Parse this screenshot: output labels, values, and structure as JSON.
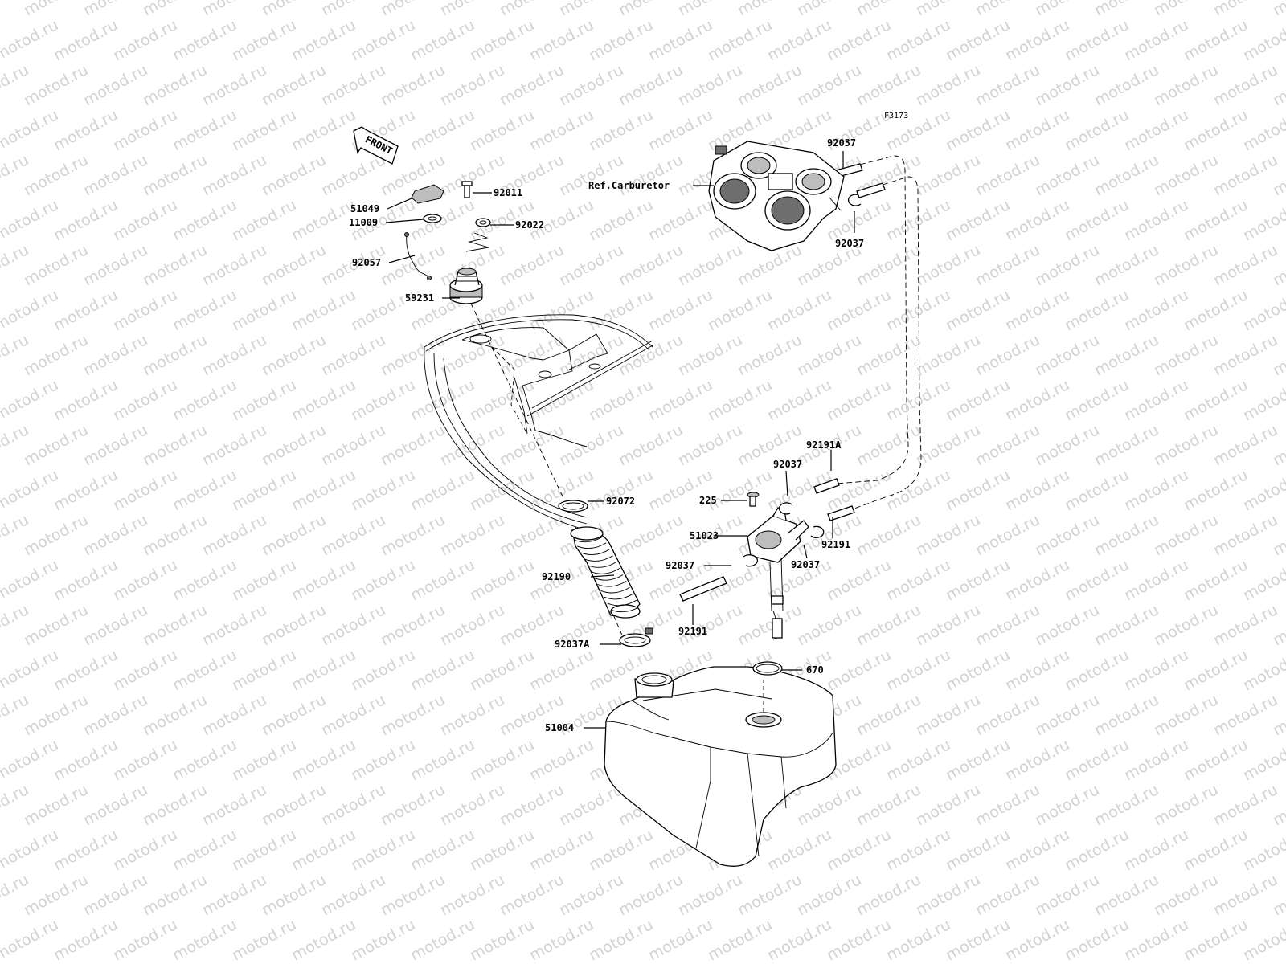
{
  "watermark": "motod.ru",
  "diagram_code": "F3173",
  "front_label": "FRONT",
  "callouts": {
    "c51049": "51049",
    "c92011": "92011",
    "c11009": "11009",
    "c92022": "92022",
    "c92057": "92057",
    "c59231": "59231",
    "ref_carb": "Ref.Carburetor",
    "c92037_top1": "92037",
    "c92037_top2": "92037",
    "c92191A": "92191A",
    "c92037_mid1": "92037",
    "c225": "225",
    "c92072": "92072",
    "c51023": "51023",
    "c92191_right": "92191",
    "c92037_mid2": "92037",
    "c92037_mid3": "92037",
    "c92190": "92190",
    "c92191_low": "92191",
    "c92037A": "92037A",
    "c670": "670",
    "c51004": "51004"
  }
}
